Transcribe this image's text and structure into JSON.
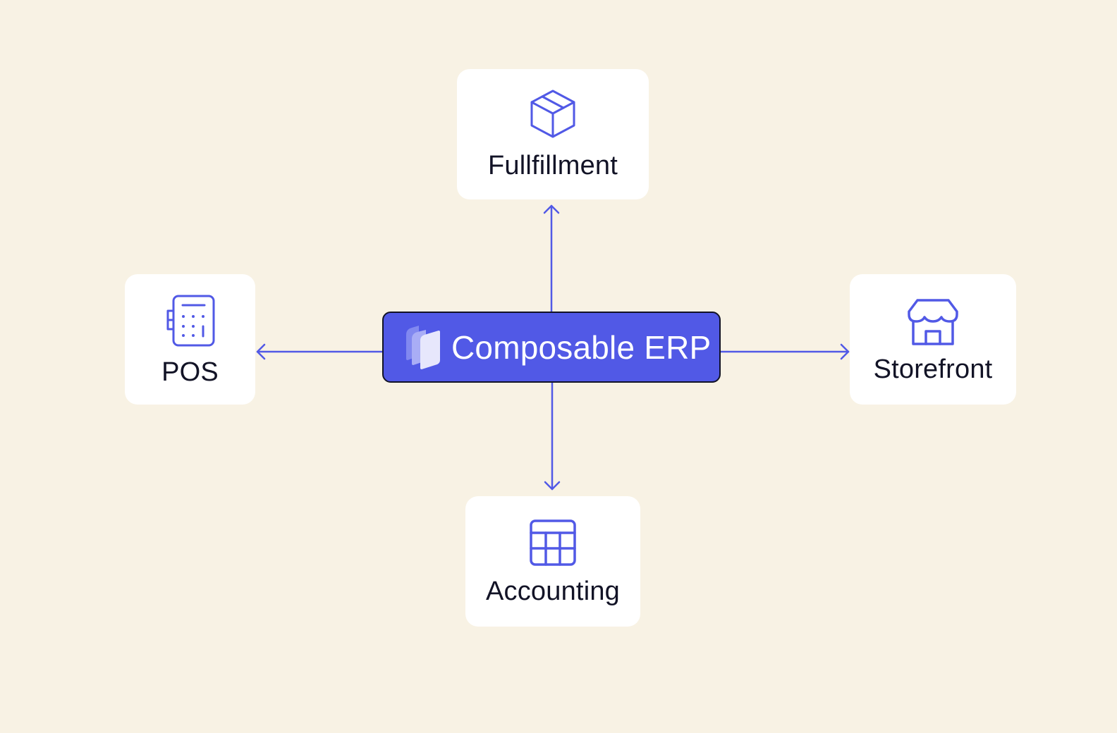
{
  "hub": {
    "title": "Composable ERP",
    "icon": "stacked-layers-logo-icon",
    "fill_color": "#5159e6",
    "border_color": "#121326"
  },
  "nodes": {
    "fulfillment": {
      "label": "Fullfillment",
      "icon": "box-icon"
    },
    "pos": {
      "label": "POS",
      "icon": "pos-terminal-icon"
    },
    "storefront": {
      "label": "Storefront",
      "icon": "store-icon"
    },
    "accounting": {
      "label": "Accounting",
      "icon": "spreadsheet-icon"
    }
  },
  "colors": {
    "background": "#f8f2e4",
    "accent": "#5159e6",
    "card": "#ffffff",
    "text": "#121326"
  }
}
